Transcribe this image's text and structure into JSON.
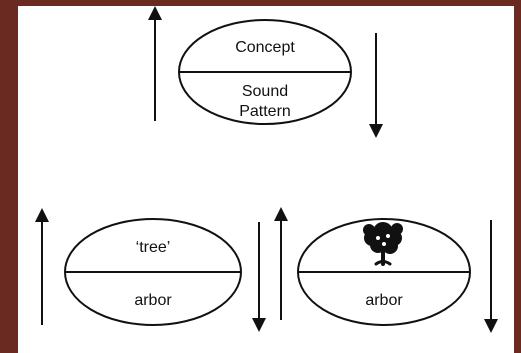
{
  "top_sign": {
    "upper_label": "Concept",
    "lower_label_line1": "Sound",
    "lower_label_line2": "Pattern"
  },
  "left_sign": {
    "upper_label": "‘tree’",
    "lower_label": "arbor"
  },
  "right_sign": {
    "upper_icon": "tree-icon",
    "lower_label": "arbor"
  },
  "colors": {
    "background": "#6a2a22",
    "panel": "#ffffff",
    "ink": "#111111"
  }
}
